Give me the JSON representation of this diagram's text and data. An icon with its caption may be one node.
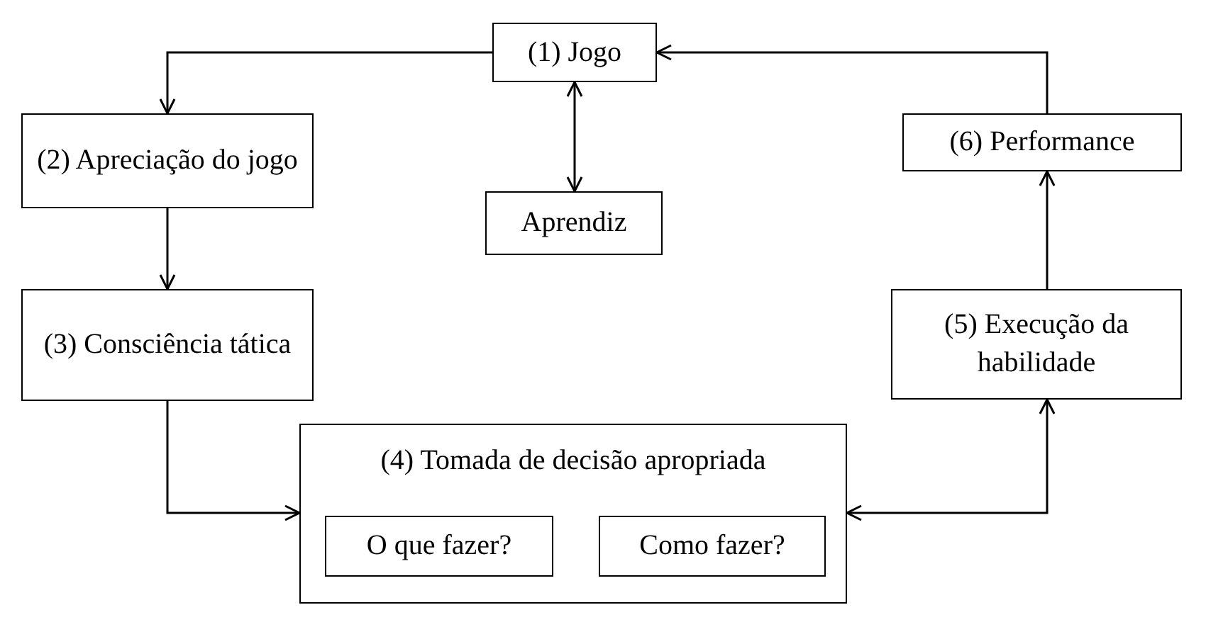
{
  "diagram": {
    "nodes": [
      {
        "text": [
          "(1) Jogo"
        ]
      },
      {
        "text": [
          "(2) Apreciação do jogo"
        ]
      },
      {
        "text": [
          "Aprendiz"
        ]
      },
      {
        "text": [
          "(6) Performance"
        ]
      },
      {
        "text": [
          "(3) Consciência tática"
        ]
      },
      {
        "text": [
          "(5) Execução da habilidade"
        ]
      },
      {
        "text": [
          "(4) Tomada de decisão apropriada"
        ]
      },
      {
        "text": [
          "O que fazer?"
        ],
        "in": 6
      },
      {
        "text": [
          "Como fazer?"
        ],
        "in": 6
      }
    ],
    "edges": [
      {
        "from": 0,
        "to": 1,
        "arrow": "to"
      },
      {
        "from": 0,
        "to": 2,
        "arrow": "both"
      },
      {
        "from": 1,
        "to": 4,
        "arrow": "to"
      },
      {
        "from": 4,
        "to": 6,
        "arrow": "to"
      },
      {
        "from": 6,
        "to": 5,
        "arrow": "both"
      },
      {
        "from": 5,
        "to": 3,
        "arrow": "to"
      },
      {
        "from": 3,
        "to": 0,
        "arrow": "to"
      }
    ]
  }
}
